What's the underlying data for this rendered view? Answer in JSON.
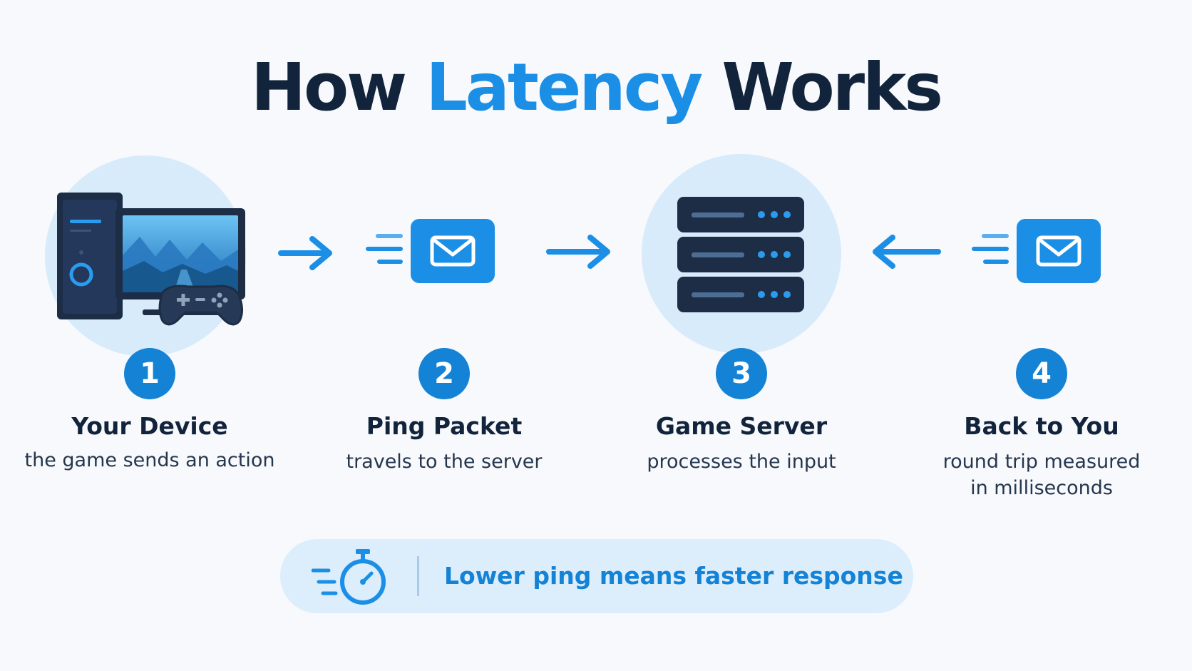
{
  "title": {
    "prefix": "How",
    "highlight": "Latency",
    "suffix": "Works"
  },
  "colors": {
    "accent": "#1b8fe6",
    "dark": "#12233c",
    "halo": "#d8ebfb",
    "badge": "#1483d6",
    "banner": "#dcedfb"
  },
  "steps": [
    {
      "number": "1",
      "title": "Your Device",
      "desc_line1": "the game sends an action",
      "desc_line2": "",
      "icon": "gaming-pc-icon"
    },
    {
      "number": "2",
      "title": "Ping Packet",
      "desc_line1": "travels to the server",
      "desc_line2": "",
      "icon": "envelope-icon"
    },
    {
      "number": "3",
      "title": "Game Server",
      "desc_line1": "processes the input",
      "desc_line2": "",
      "icon": "server-icon"
    },
    {
      "number": "4",
      "title": "Back to You",
      "desc_line1": "round trip measured",
      "desc_line2": "in milliseconds",
      "icon": "envelope-icon"
    }
  ],
  "arrows": [
    "arrow-right-icon",
    "arrow-right-icon",
    "arrow-left-icon"
  ],
  "banner": {
    "icon": "stopwatch-icon",
    "text": "Lower ping means faster response"
  }
}
